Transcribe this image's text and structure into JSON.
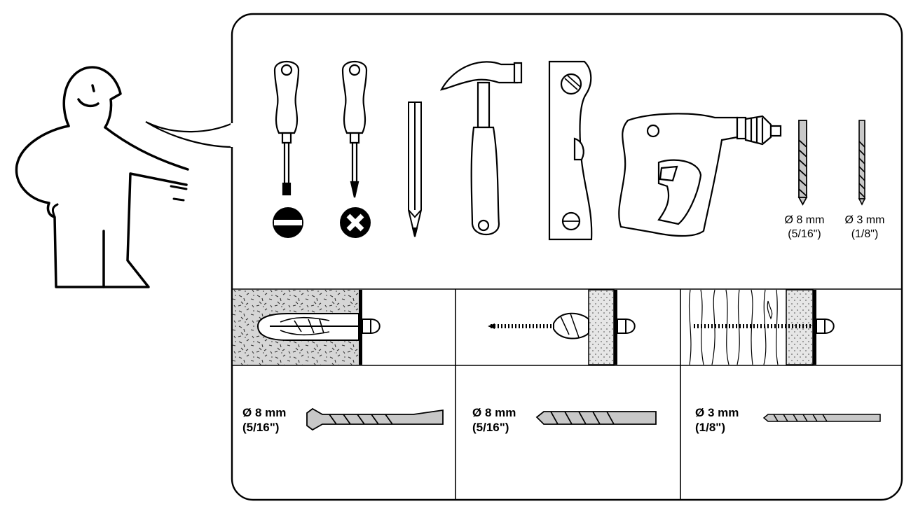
{
  "tools": {
    "items": [
      {
        "name": "flathead-screwdriver",
        "icon": "flathead-slot-icon"
      },
      {
        "name": "phillips-screwdriver",
        "icon": "phillips-cross-icon"
      },
      {
        "name": "pencil"
      },
      {
        "name": "hammer"
      },
      {
        "name": "spirit-level"
      },
      {
        "name": "power-drill"
      },
      {
        "name": "drill-bit-8mm"
      },
      {
        "name": "drill-bit-3mm"
      }
    ],
    "bit_8mm": {
      "size": "Ø 8 mm",
      "inch": "(5/16\")"
    },
    "bit_3mm": {
      "size": "Ø 3 mm",
      "inch": "(1/8\")"
    }
  },
  "wall_panels": [
    {
      "material": "concrete",
      "fixing": "expansion anchor",
      "bit_size": "Ø 8 mm",
      "bit_inch": "(5/16\")",
      "bit_type": "masonry"
    },
    {
      "material": "plasterboard",
      "fixing": "plasterboard plug",
      "bit_size": "Ø 8 mm",
      "bit_inch": "(5/16\")",
      "bit_type": "masonry"
    },
    {
      "material": "wood",
      "fixing": "wood screw",
      "bit_size": "Ø 3 mm",
      "bit_inch": "(1/8\")",
      "bit_type": "wood"
    }
  ],
  "colors": {
    "line": "#000000",
    "fill_grey": "#c8c8c8",
    "concrete": "#d4d4d4",
    "background": "#ffffff"
  }
}
